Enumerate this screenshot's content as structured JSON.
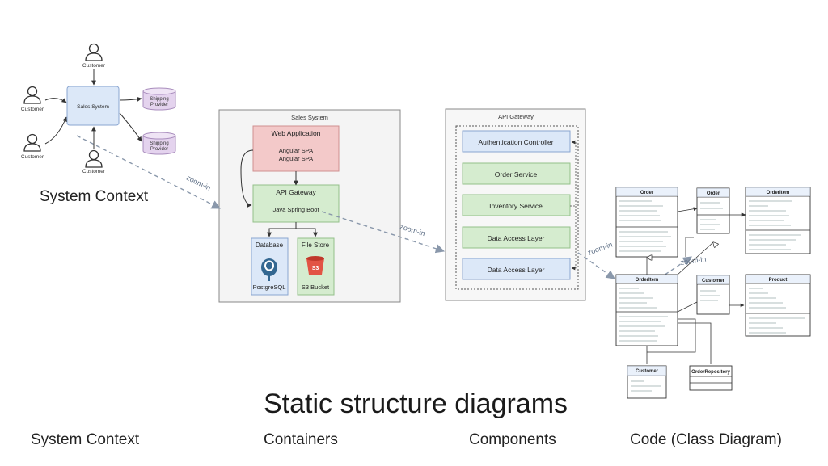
{
  "context": {
    "nodes": {
      "customer_top": "Customer",
      "customer_left": "Customer",
      "customer_left2": "Customer",
      "customer_bottom": "Customer",
      "sales_system": "Sales System",
      "shipping_1": "Shipping Provider",
      "shipping_2": "Shipping Provider"
    },
    "heading": "System Context"
  },
  "containers": {
    "boundary": "Sales System",
    "web_app": "Web Application",
    "web_app_tech_1": "Angular SPA",
    "web_app_tech_2": "Angular SPA",
    "api_gateway": "API Gateway",
    "api_gateway_tech": "Java Spring Boot",
    "database": "Database",
    "database_tech": "PostgreSQL",
    "file_store": "File Store",
    "file_store_tech": "S3 Bucket",
    "s3_icon_text": "S3"
  },
  "components": {
    "boundary": "API Gateway",
    "items": [
      "Authentication Controller",
      "Order Service",
      "Inventory Service",
      "Data Access Layer",
      "Data Access Layer"
    ]
  },
  "zoom": [
    "zoom-in",
    "zoom-in",
    "zoom-in",
    "zoom-in"
  ],
  "classes": {
    "order_left": "Order",
    "order_mid": "Order",
    "orderitem_right": "OrderItem",
    "orderitem_left": "OrderItem",
    "customer_mid": "Customer",
    "product": "Product",
    "customer_bottom": "Customer",
    "repository": "OrderRepository"
  },
  "main_title": "Static structure diagrams",
  "bottom_labels": [
    "System Context",
    "Containers",
    "Components",
    "Code (Class Diagram)"
  ],
  "colors": {
    "blue_fill": "#dce8f8",
    "blue_stroke": "#8aa6d1",
    "red_fill": "#f3c9c9",
    "red_stroke": "#cf8f8f",
    "green_fill": "#d5eccf",
    "green_stroke": "#93c08a",
    "purple_fill": "#e4d3ee",
    "purple_stroke": "#a98dbd",
    "arrow": "#8a98ab"
  }
}
